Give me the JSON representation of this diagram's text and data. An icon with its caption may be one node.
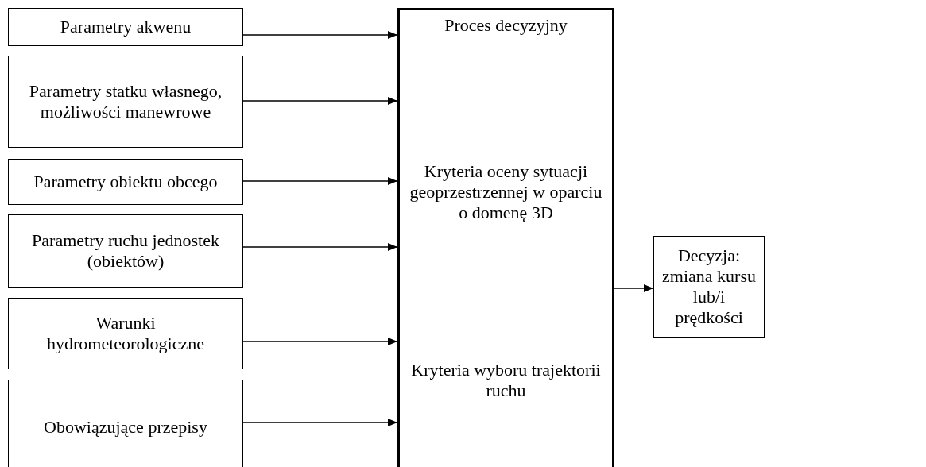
{
  "diagram": {
    "nodes": [
      {
        "text": [
          "Parametry akwenu"
        ]
      },
      {
        "text": [
          "Parametry statku własnego, możliwości manewrowe"
        ]
      },
      {
        "text": [
          "Parametry obiektu obcego"
        ]
      },
      {
        "text": [
          "Parametry ruchu jednostek (obiektów)"
        ]
      },
      {
        "text": [
          "Warunki hydrometeorologiczne"
        ]
      },
      {
        "text": [
          "Obowiązujące przepisy"
        ]
      },
      {
        "text": [
          "Proces decyzyjny",
          "Kryteria oceny sytuacji geoprzestrzennej w oparciu o domenę 3D",
          "Kryteria wyboru trajektorii ruchu"
        ]
      },
      {
        "text": [
          "Decyzja: zmiana kursu lub/i prędkości"
        ]
      }
    ],
    "edges": [
      {
        "from": 0,
        "to": 6,
        "arrow": "to"
      },
      {
        "from": 1,
        "to": 6,
        "arrow": "to"
      },
      {
        "from": 2,
        "to": 6,
        "arrow": "to"
      },
      {
        "from": 3,
        "to": 6,
        "arrow": "to"
      },
      {
        "from": 4,
        "to": 6,
        "arrow": "to"
      },
      {
        "from": 5,
        "to": 6,
        "arrow": "to"
      },
      {
        "from": 6,
        "to": 7,
        "arrow": "to"
      }
    ]
  }
}
